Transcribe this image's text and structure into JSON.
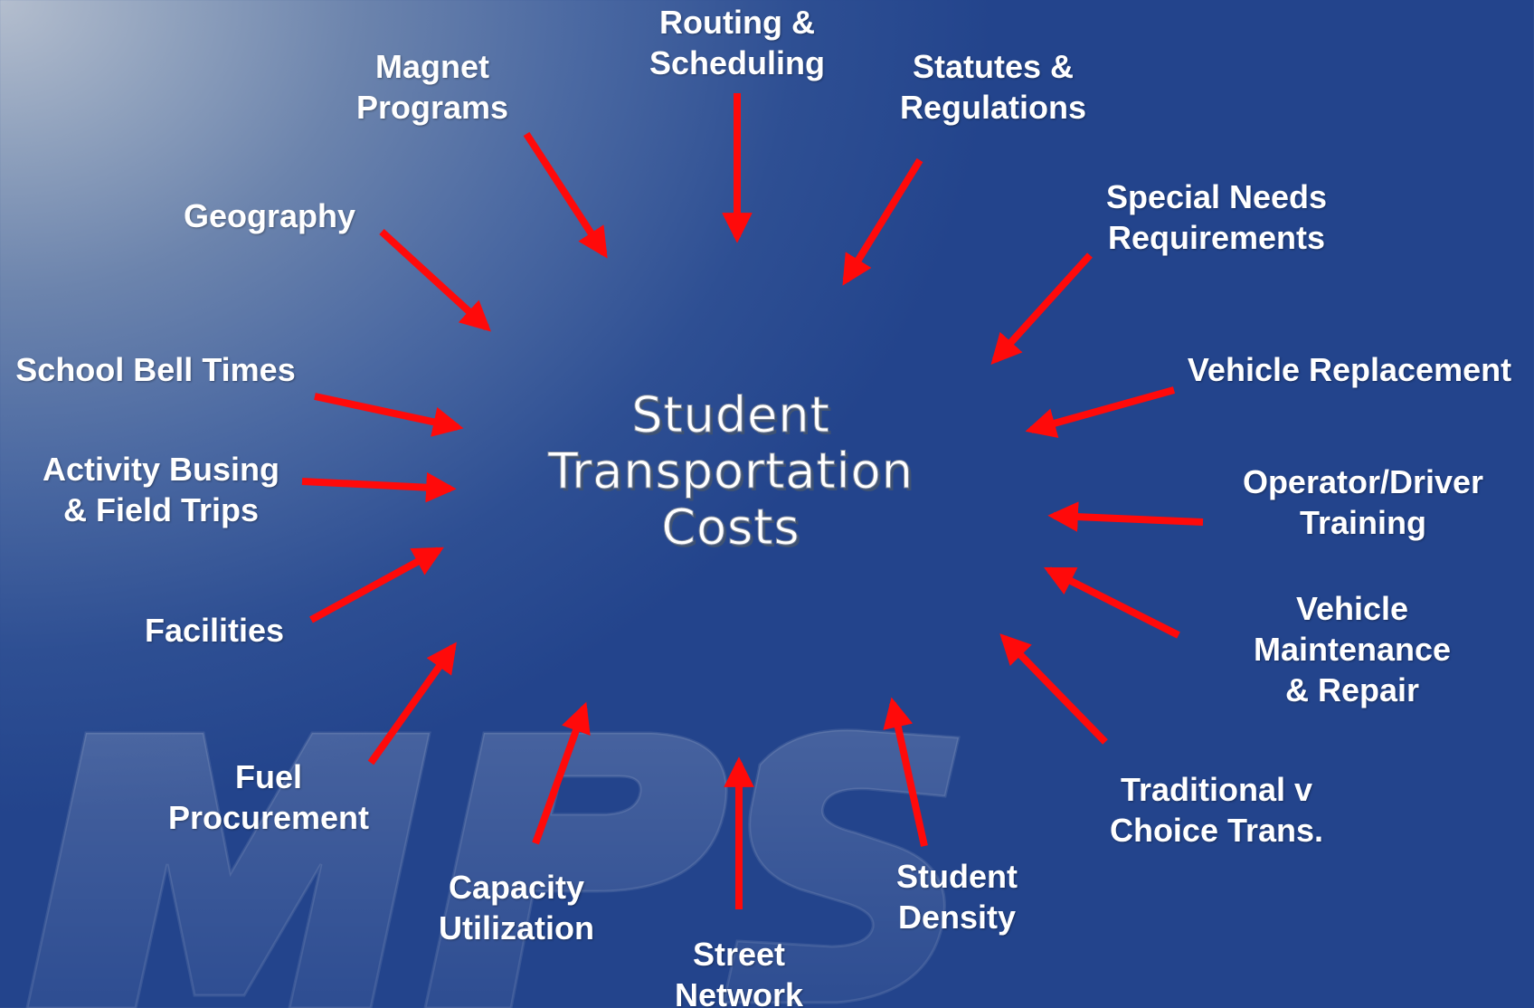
{
  "center": {
    "title": "Student\nTransportation\nCosts"
  },
  "watermark": {
    "text": "MPS"
  },
  "colors": {
    "arrow": "#ff0a0a",
    "text": "#ffffff",
    "background_dark": "#23448c",
    "background_light": "#b4bece"
  },
  "factors": [
    {
      "id": "routing",
      "label": "Routing &\nScheduling"
    },
    {
      "id": "magnet",
      "label": "Magnet\nPrograms"
    },
    {
      "id": "statutes",
      "label": "Statutes &\nRegulations"
    },
    {
      "id": "geography",
      "label": "Geography"
    },
    {
      "id": "special-needs",
      "label": "Special Needs\nRequirements"
    },
    {
      "id": "bell-times",
      "label": "School Bell Times"
    },
    {
      "id": "vehicle-replacement",
      "label": "Vehicle Replacement"
    },
    {
      "id": "activity-busing",
      "label": "Activity Busing\n& Field Trips"
    },
    {
      "id": "driver-training",
      "label": "Operator/Driver\nTraining"
    },
    {
      "id": "facilities",
      "label": "Facilities"
    },
    {
      "id": "vehicle-maintenance",
      "label": "Vehicle\nMaintenance\n& Repair"
    },
    {
      "id": "fuel",
      "label": "Fuel\nProcurement"
    },
    {
      "id": "traditional-choice",
      "label": "Traditional v\nChoice Trans."
    },
    {
      "id": "capacity",
      "label": "Capacity\nUtilization"
    },
    {
      "id": "student-density",
      "label": "Student\nDensity"
    },
    {
      "id": "street-network",
      "label": "Street\nNetwork"
    }
  ]
}
